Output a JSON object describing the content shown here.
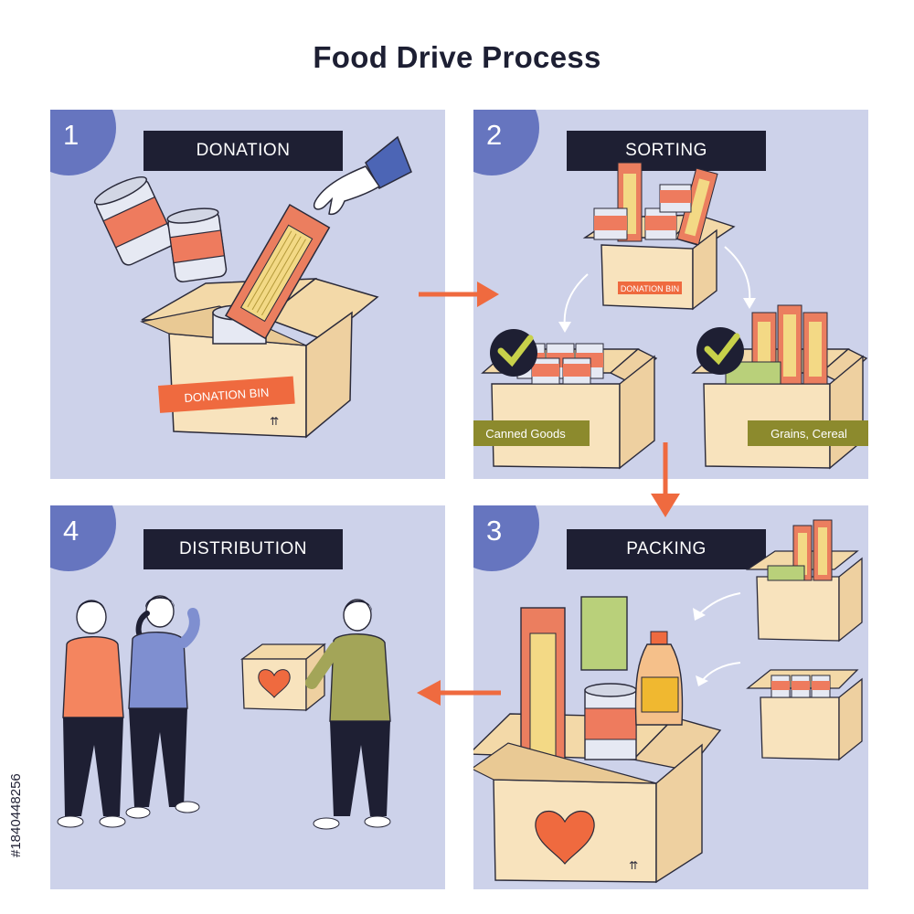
{
  "title": "Food Drive Process",
  "steps": [
    {
      "number": "1",
      "label": "DONATION",
      "box_label": "DONATION BIN"
    },
    {
      "number": "2",
      "label": "SORTING",
      "box_label": "DONATION BIN",
      "categories": [
        "Canned Goods",
        "Grains, Cereal"
      ]
    },
    {
      "number": "3",
      "label": "PACKING"
    },
    {
      "number": "4",
      "label": "DISTRIBUTION"
    }
  ],
  "stock_id": "#1840448256",
  "colors": {
    "panel": "#cdd2ea",
    "badge": "#6675bf",
    "label_bg": "#1e1f33",
    "arrow": "#ef6a3f",
    "box": "#f8e3bd",
    "can_label": "#ee7b5e",
    "pasta": "#eb7e5f",
    "category_tag": "#8c8a2d",
    "check": "#c8d14a"
  },
  "icons": [
    "hand-icon",
    "can-icon",
    "pasta-pack-icon",
    "box-icon",
    "checkmark-icon",
    "heart-icon",
    "sauce-bottle-icon",
    "person-icon",
    "arrow-icon"
  ]
}
